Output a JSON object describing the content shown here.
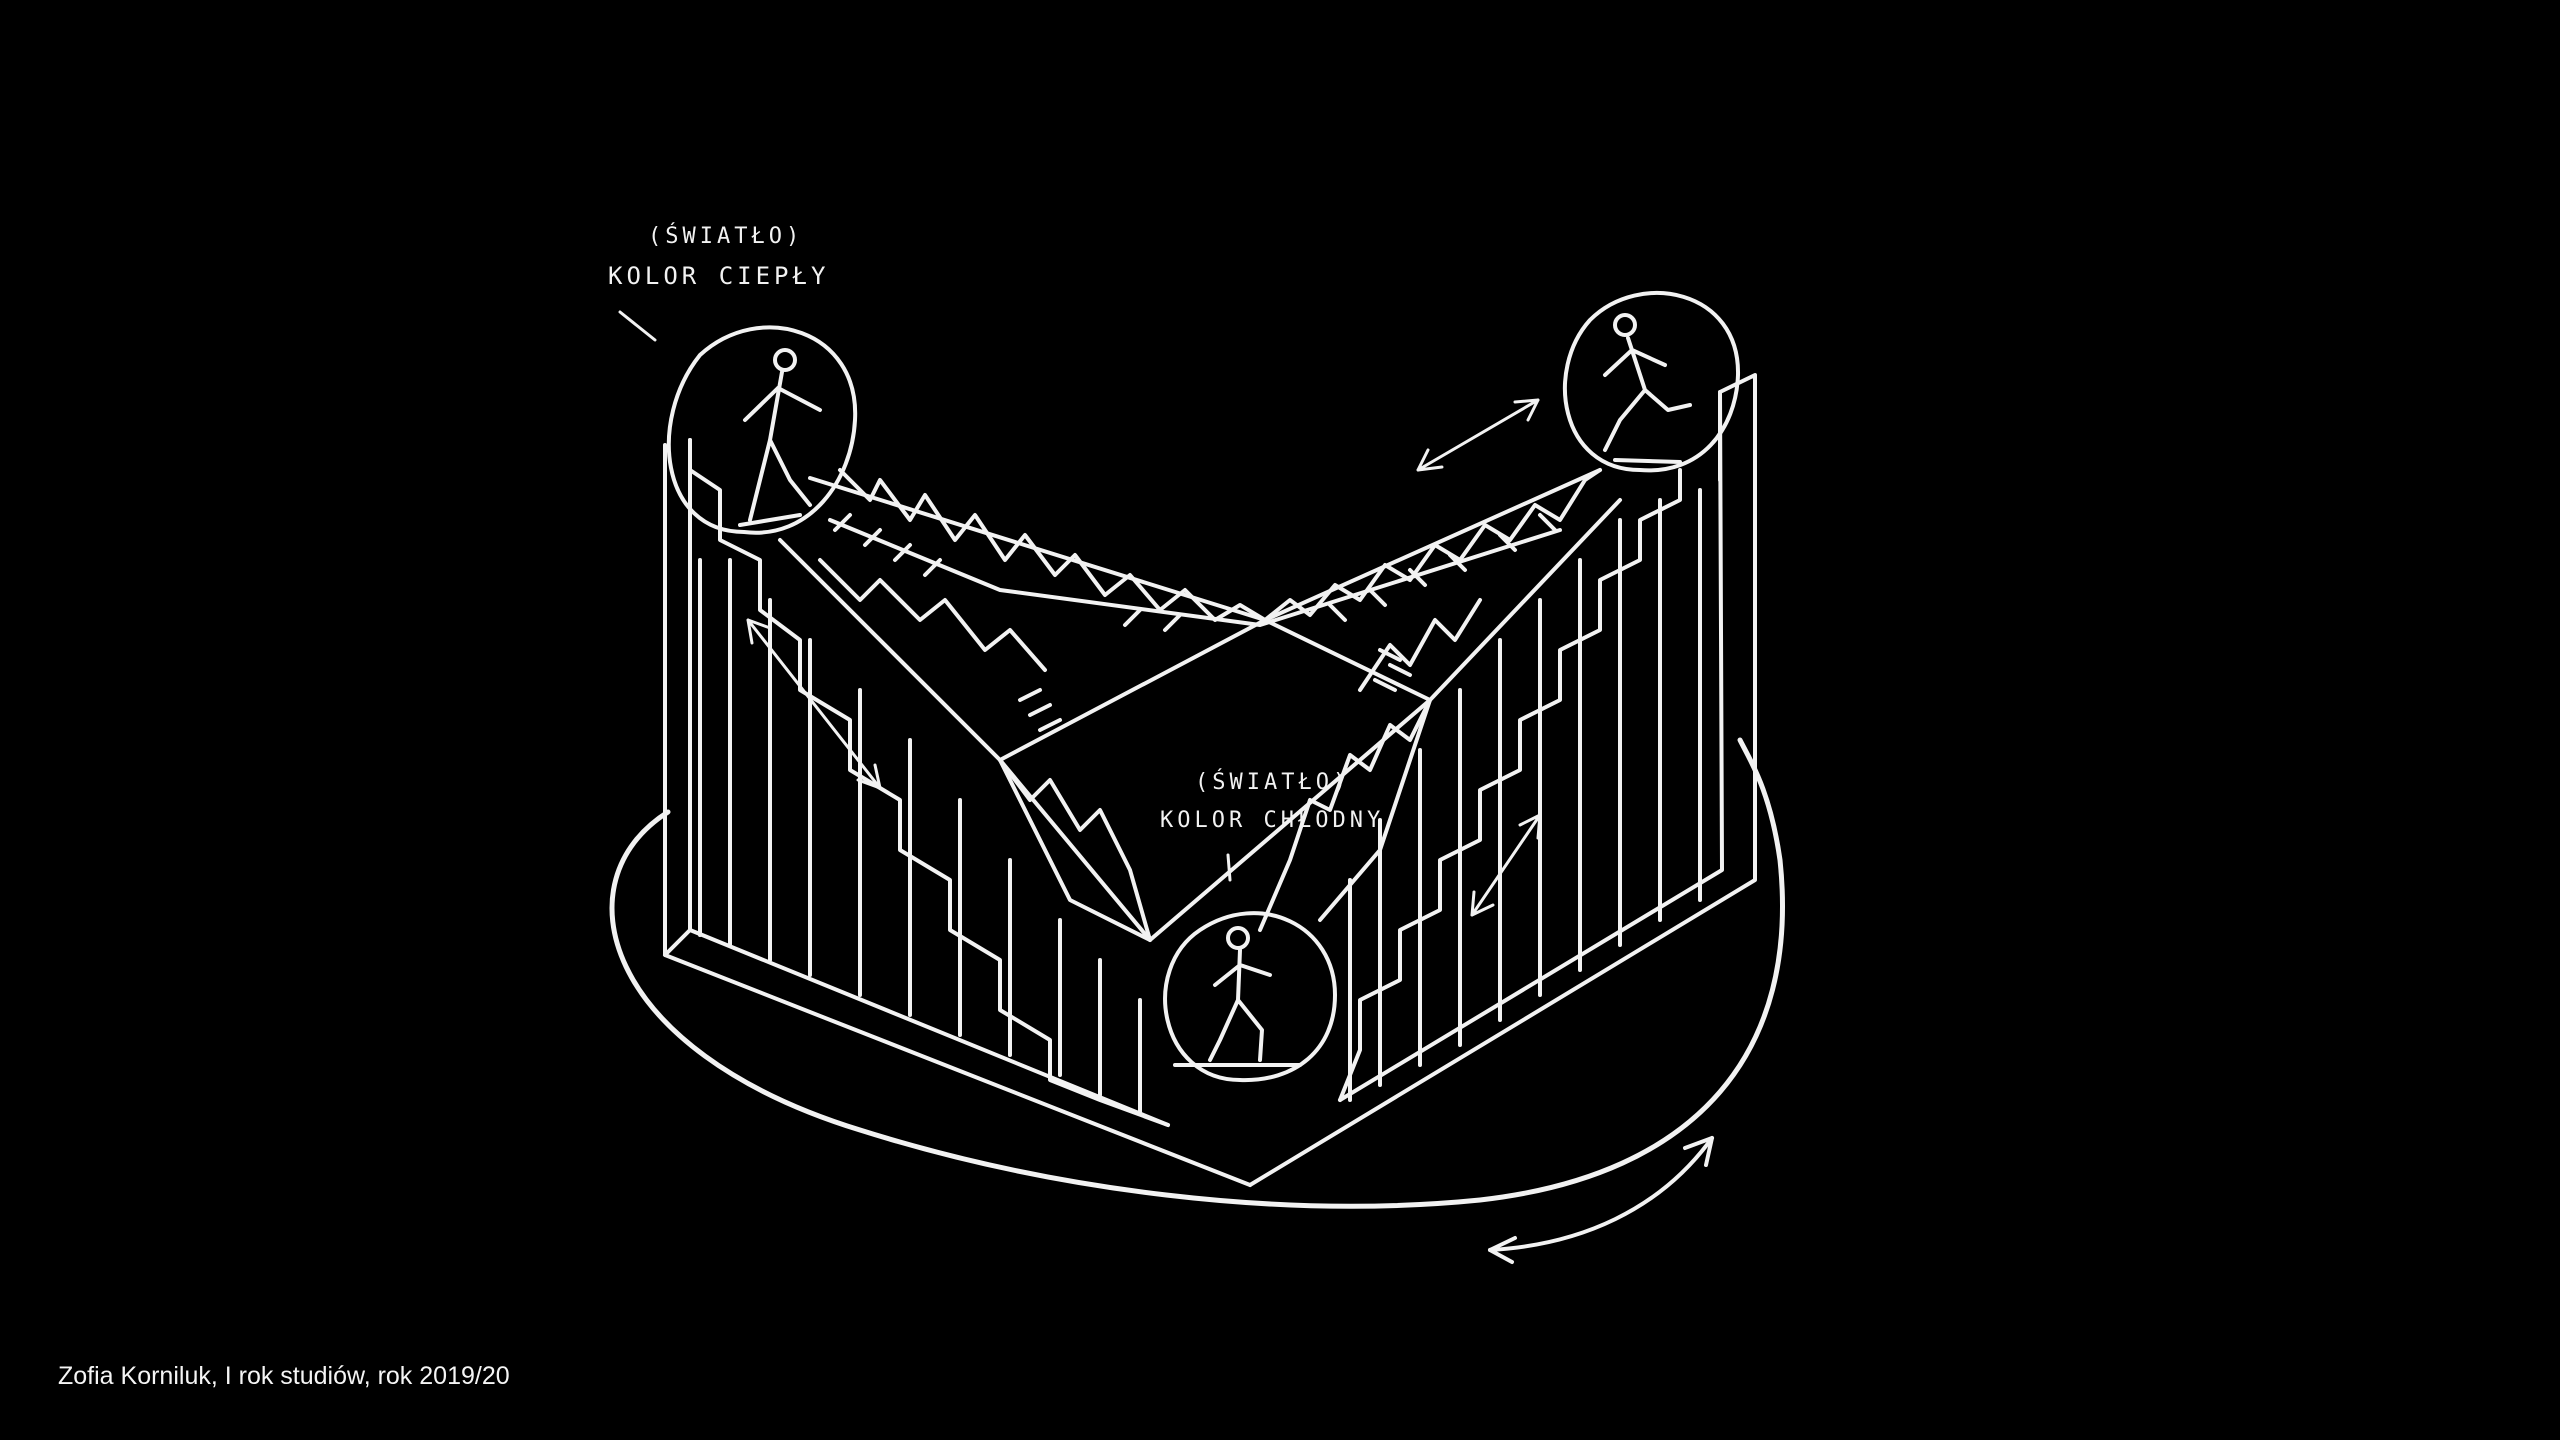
{
  "annotations": {
    "top_left_line1": "(ŚWIATŁO)",
    "top_left_line2": "KOLOR CIEPŁY",
    "center_line1": "(ŚWIATŁO)",
    "center_line2": "KOLOR CHŁODNY"
  },
  "caption": "Zofia Korniluk, I rok studiów, rok 2019/20",
  "colors": {
    "background": "#000000",
    "ink": "#f2f2f2"
  }
}
